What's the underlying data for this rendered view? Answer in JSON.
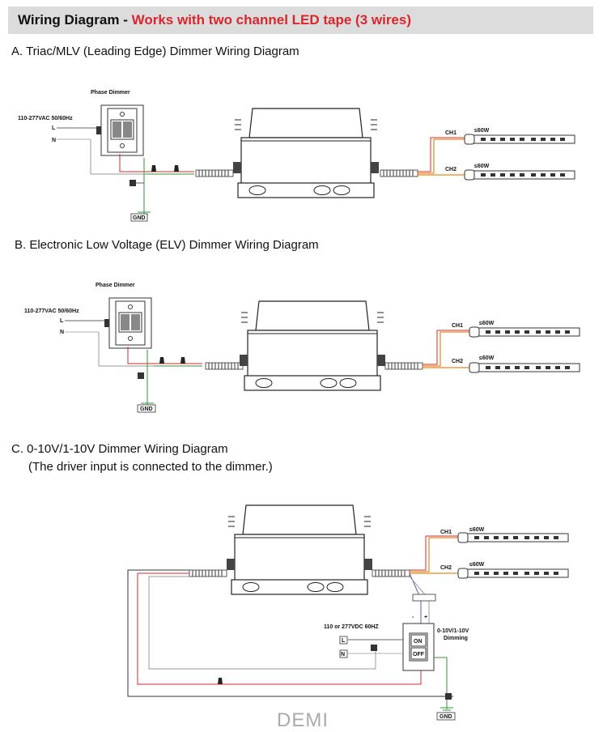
{
  "header": {
    "prefix": "Wiring Diagram - ",
    "highlight": "Works with two channel LED tape (3 wires)"
  },
  "sections": [
    {
      "title": "A. Triac/MLV (Leading Edge) Dimmer Wiring Diagram",
      "dimmer_label": "Phase Dimmer",
      "supply": "110-277VAC 50/60Hz",
      "line": "L",
      "neutral": "N",
      "gnd": "GND",
      "ch1": "CH1",
      "ch2": "CH2",
      "watt1": "≤60W",
      "watt2": "≤60W"
    },
    {
      "title": "B. Electronic Low Voltage (ELV) Dimmer Wiring Diagram",
      "dimmer_label": "Phase Dimmer",
      "supply": "110-277VAC 50/60Hz",
      "line": "L",
      "neutral": "N",
      "gnd": "GND",
      "ch1": "CH1",
      "ch2": "CH2",
      "watt1": "≤60W",
      "watt2": "≤60W"
    },
    {
      "title": "C. 0-10V/1-10V Dimmer Wiring Diagram",
      "subtitle": "(The driver input is connected to the dimmer.)",
      "supply": "110 or 277VDC 60HZ",
      "dimming": "0-10V/1-10V",
      "dimming2": "Dimming",
      "line": "L",
      "neutral": "N",
      "on": "ON",
      "off": "OFF",
      "minus": "-",
      "plus": "+",
      "gnd": "GND",
      "ch1": "CH1",
      "ch2": "CH2",
      "watt1": "≤60W",
      "watt2": "≤60W"
    }
  ],
  "watermark": "DEMI",
  "colors": {
    "accent_red": "#d8272d",
    "header_bg": "#dcdcdc",
    "wire_gray": "#999999",
    "wire_green": "#2e9a3a",
    "wire_red": "#d8272d",
    "wire_orange": "#e58a1f",
    "wire_purple": "#7b4fb0"
  },
  "icons": [
    "driver-box",
    "dimmer-switch",
    "led-strip",
    "wire-nut",
    "ground-symbol"
  ]
}
